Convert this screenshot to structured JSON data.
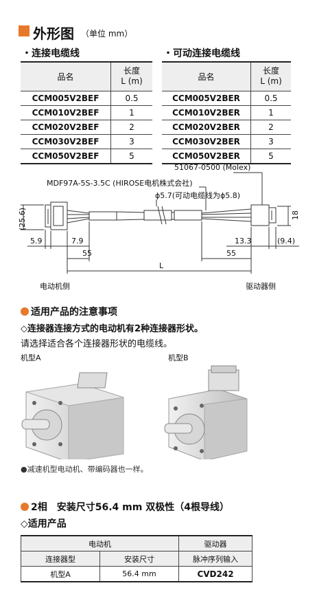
{
  "header": {
    "title": "外形图",
    "unit": "（单位 mm）"
  },
  "left_table": {
    "section": "・连接电缆线",
    "col_name": "品名",
    "col_len_1": "长度",
    "col_len_2": "L (m)",
    "rows": [
      {
        "model": "CCM005V2BEF",
        "len": "0.5"
      },
      {
        "model": "CCM010V2BEF",
        "len": "1"
      },
      {
        "model": "CCM020V2BEF",
        "len": "2"
      },
      {
        "model": "CCM030V2BEF",
        "len": "3"
      },
      {
        "model": "CCM050V2BEF",
        "len": "5"
      }
    ]
  },
  "right_table": {
    "section": "・可动连接电缆线",
    "col_name": "品名",
    "col_len_1": "长度",
    "col_len_2": "L (m)",
    "rows": [
      {
        "model": "CCM005V2BER",
        "len": "0.5"
      },
      {
        "model": "CCM010V2BER",
        "len": "1"
      },
      {
        "model": "CCM020V2BER",
        "len": "2"
      },
      {
        "model": "CCM030V2BER",
        "len": "3"
      },
      {
        "model": "CCM050V2BER",
        "len": "5"
      }
    ]
  },
  "drawing": {
    "molex": "51067-0500 (Molex)",
    "hirose": "MDF97A-5S-3.5C (HIROSE电机株式会社)",
    "diameter": "ϕ5.7(可动电缆线为ϕ5.8)",
    "d_25_6": "(25.6)",
    "d_18": "18",
    "d_5_9": "5.9",
    "d_7_9": "7.9",
    "d_13_3": "13.3",
    "d_9_4": "(9.4)",
    "d_55_left": "55",
    "d_55_right": "55",
    "d_L": "L",
    "motor_side": "电动机侧",
    "driver_side": "驱动器侧"
  },
  "notes": {
    "section": "适用产品的注意事项",
    "line1": "◇连接器连接方式的电动机有2种连接器形状。",
    "line2": "请选择适合各个连接器形状的电缆线。",
    "typeA": "机型A",
    "typeB": "机型B",
    "footnote": "●减速机型电动机、带编码器也一样。"
  },
  "bottom": {
    "section": "2相　安装尺寸56.4 mm 双极性（4根导线）",
    "subsection": "◇适用产品",
    "head_motor": "电动机",
    "head_driver": "驱动器",
    "sub_conn": "连接器型",
    "sub_size": "安装尺寸",
    "sub_input": "脉冲序列输入",
    "row": {
      "conn": "机型A",
      "size": "56.4 mm",
      "driver": "CVD242"
    }
  }
}
